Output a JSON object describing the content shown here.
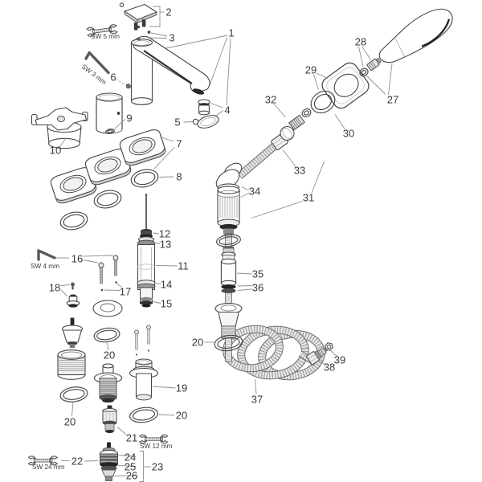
{
  "figure": {
    "part_labels": {
      "n1": "1",
      "n2": "2",
      "n3": "3",
      "n4": "4",
      "n5": "5",
      "n6": "6",
      "n7": "7",
      "n8": "8",
      "n9": "9",
      "n10": "10",
      "n11": "11",
      "n12": "12",
      "n13": "13",
      "n14": "14",
      "n15": "15",
      "n16": "16",
      "n17": "17",
      "n18": "18",
      "n19": "19",
      "n20": "20",
      "n21": "21",
      "n22": "22",
      "n23": "23",
      "n24": "24",
      "n25": "25",
      "n26": "26",
      "n27": "27",
      "n28": "28",
      "n29": "29",
      "n30": "30",
      "n31": "31",
      "n32": "32",
      "n33": "33",
      "n34": "34",
      "n35": "35",
      "n36": "36",
      "n37": "37",
      "n38": "38",
      "n39": "39"
    },
    "tool_labels": {
      "sw5": "SW 5 mm",
      "sw3": "SW 3 mm",
      "sw4": "SW 4 mm",
      "sw12": "SW 12 mm",
      "sw24": "SW 24 mm"
    },
    "colors": {
      "line": "#474747",
      "leader": "#8f8f8f",
      "text": "#3a3a3a",
      "background": "#ffffff",
      "dark_fill": "#242424",
      "shade_fill": "#d9d9d9"
    }
  }
}
